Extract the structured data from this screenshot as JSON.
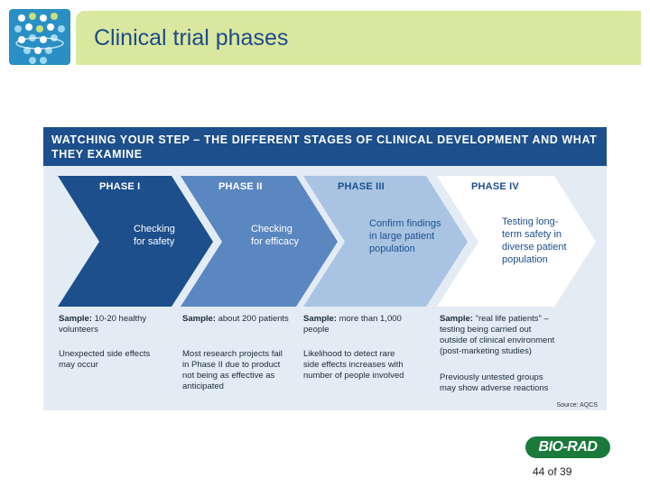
{
  "slide": {
    "title": "Clinical trial phases",
    "page_number": "44 of 39",
    "brand": "BIO-RAD"
  },
  "infographic": {
    "title": "WATCHING YOUR STEP – THE DIFFERENT STAGES OF CLINICAL DEVELOPMENT AND WHAT THEY EXAMINE",
    "source": "Source: AQCS",
    "phases": [
      {
        "label": "PHASE I",
        "description": "Checking for safety",
        "sample_lead": "Sample:",
        "sample": " 10-20 healthy volunteers",
        "note": "Unexpected side effects may occur",
        "color": "#1c4f8c"
      },
      {
        "label": "PHASE II",
        "description": "Checking for efficacy",
        "sample_lead": "Sample:",
        "sample": " about 200 patients",
        "note": "Most research projects fail in Phase II due to product not being as effective as anticipated",
        "color": "#5b87c1"
      },
      {
        "label": "PHASE III",
        "description": "Confirm findings in large patient population",
        "sample_lead": "Sample:",
        "sample": " more than 1,000 people",
        "note": "Likelihood to detect rare side effects increases with number of people involved",
        "color": "#a9c3e3"
      },
      {
        "label": "PHASE IV",
        "description": "Testing long-term safety in diverse patient population",
        "sample_lead": "Sample:",
        "sample": " \"real life patients\" – testing being carried out outside of clinical environment (post-marketing studies)",
        "note": "Previously untested groups may show adverse reactions",
        "color": "#ffffff"
      }
    ]
  }
}
